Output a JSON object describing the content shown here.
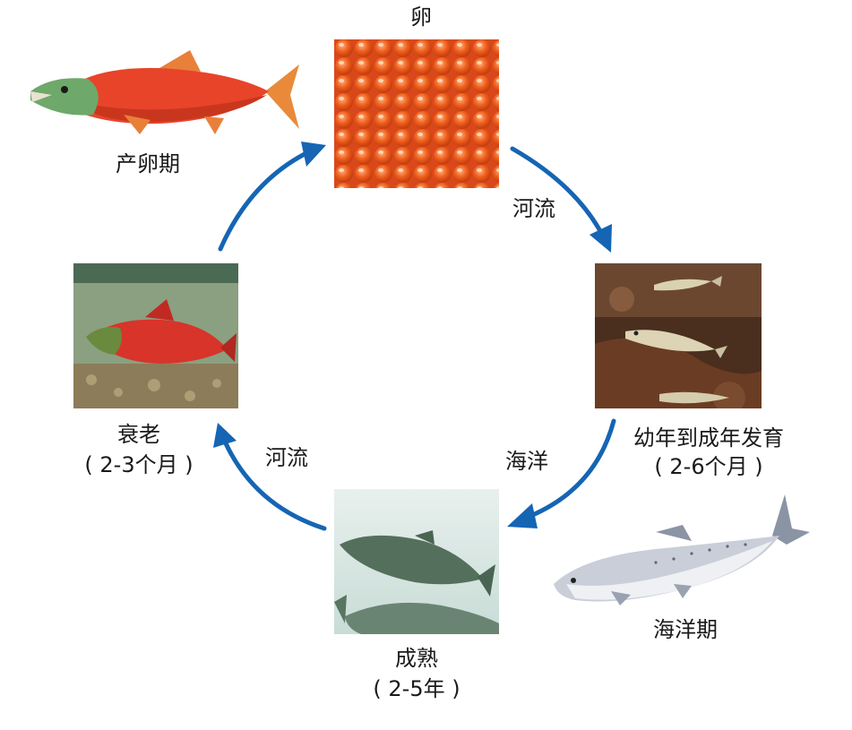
{
  "colors": {
    "arrow": "#1565b4"
  },
  "stages": {
    "egg": {
      "label": "卵"
    },
    "spawning": {
      "label": "产卵期"
    },
    "juvenile": {
      "label": "幼年到成年发育",
      "duration": "( 2-6个月 )"
    },
    "ocean": {
      "label": "海洋期"
    },
    "mature": {
      "label": "成熟",
      "duration": "( 2-5年 )"
    },
    "senescence": {
      "label": "衰老",
      "duration": "( 2-3个月 )"
    }
  },
  "arrows": {
    "egg_to_juvenile": "河流",
    "juvenile_to_mature": "海洋",
    "mature_to_senescence": "河流"
  }
}
